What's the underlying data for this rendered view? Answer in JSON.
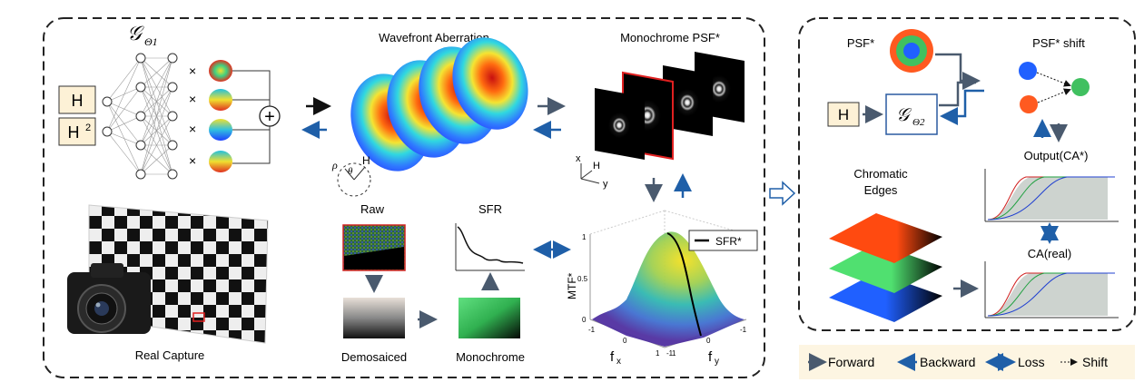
{
  "left_panel": {
    "network_label": "𝒢",
    "network_sub": "Θ1",
    "inputs": [
      "H",
      "H",
      "2"
    ],
    "times": "×",
    "sum_symbol": "+",
    "wavefront_title": "Wavefront Aberration",
    "coord_rho": "ρ",
    "coord_theta": "θ",
    "coord_h": "H",
    "psf_title": "Monochrome PSF*",
    "axis_x": "x",
    "axis_y": "y",
    "axis_h": "H",
    "capture_label": "Real Capture",
    "raw_label": "Raw",
    "sfr_label": "SFR",
    "demosaiced_label": "Demosaiced",
    "monochrome_label": "Monochrome",
    "mtf_legend": "SFR*",
    "mtf_zlabel": "MTF*",
    "mtf_xlabel": "f",
    "mtf_xsub": "x",
    "mtf_ylabel": "f",
    "mtf_ysub": "y",
    "mtf_ticks": [
      "1",
      "0.5",
      "0",
      "-1",
      "0",
      "1",
      "-1",
      "1",
      "0",
      "-1"
    ]
  },
  "right_panel": {
    "psf_label": "PSF*",
    "shift_label": "PSF* shift",
    "net2_label": "𝒢",
    "net2_sub": "Θ2",
    "h_label": "H",
    "output_label": "Output(CA*)",
    "edges_label_1": "Chromatic",
    "edges_label_2": "Edges",
    "ca_label": "CA(real)"
  },
  "legend": {
    "forward": "Forward",
    "backward": "Backward",
    "loss": "Loss",
    "shift": "Shift"
  },
  "colors": {
    "forward": "#4a5a6e",
    "backward": "#1f5fa8",
    "loss": "#1f5fa8",
    "input_fill": "#fdf1d6",
    "legend_bg": "#fdf5e2"
  }
}
